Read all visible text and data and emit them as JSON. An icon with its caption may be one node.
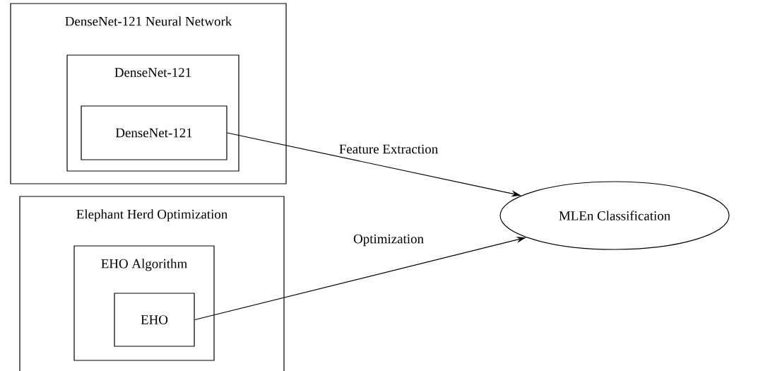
{
  "diagram": {
    "nodes": [
      {
        "text": [
          "DenseNet-121 Neural Network"
        ]
      },
      {
        "text": [
          "DenseNet-121"
        ],
        "in": 0
      },
      {
        "text": [
          "DenseNet-121"
        ],
        "in": 1
      },
      {
        "text": [
          "Elephant Herd Optimization"
        ]
      },
      {
        "text": [
          "EHO Algorithm"
        ],
        "in": 3
      },
      {
        "text": [
          "EHO"
        ],
        "in": 4
      },
      {
        "text": [
          "MLEn Classification"
        ]
      }
    ],
    "edges": [
      {
        "from": 2,
        "to": 6,
        "arrow": "to",
        "label": "Feature Extraction"
      },
      {
        "from": 5,
        "to": 6,
        "arrow": "to",
        "label": "Optimization"
      }
    ]
  }
}
